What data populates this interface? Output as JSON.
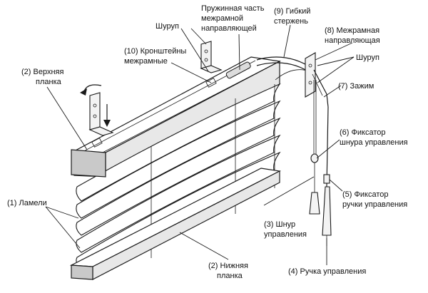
{
  "labels": {
    "screw_top": "Шуруп",
    "spring_part": [
      "Пружинная часть",
      "межрамной",
      "направляющей"
    ],
    "flexible_rod": [
      "(9) Гибкий",
      "стержень"
    ],
    "frame_guide": [
      "(8) Межрамная",
      "направляющая"
    ],
    "screw_right": "Шуруп",
    "clamp": "(7) Зажим",
    "brackets": [
      "(10) Кронштейны",
      "межрамные"
    ],
    "top_rail": [
      "(2) Верхняя",
      "планка"
    ],
    "cord_lock": [
      "(6) Фиксатор",
      "шнура управления"
    ],
    "handle_lock": [
      "(5) Фиксатор",
      "ручки управления"
    ],
    "slats": "(1) Ламели",
    "cord": [
      "(3) Шнур",
      "управления"
    ],
    "bottom_rail": [
      "(2) Нижняя",
      "планка"
    ],
    "wand": "(4) Ручка управления"
  }
}
